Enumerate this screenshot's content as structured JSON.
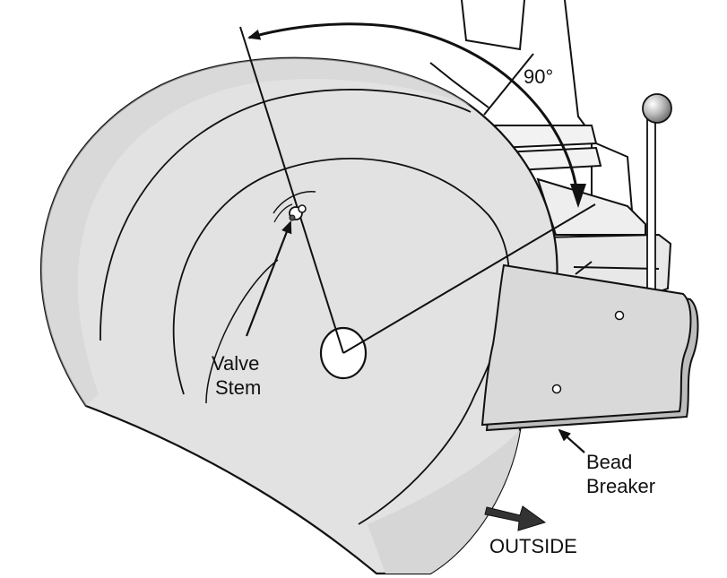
{
  "labels": {
    "angle": "90°",
    "valve_line1": "Valve",
    "valve_line2": "Stem",
    "bead_line1": "Bead",
    "bead_line2": "Breaker",
    "outside": "OUTSIDE"
  },
  "colors": {
    "stroke": "#111111",
    "tire_fill": "#e2e2e2",
    "tire_shade": "#d3d3d3",
    "plate_fill": "#d9d9d9",
    "background": "#ffffff"
  },
  "icons": {
    "rotation_arrow": "curved-arrow-icon",
    "direction_arrow": "arrow-right-icon",
    "valve": "valve-stem-icon",
    "knob": "lever-knob-icon"
  }
}
